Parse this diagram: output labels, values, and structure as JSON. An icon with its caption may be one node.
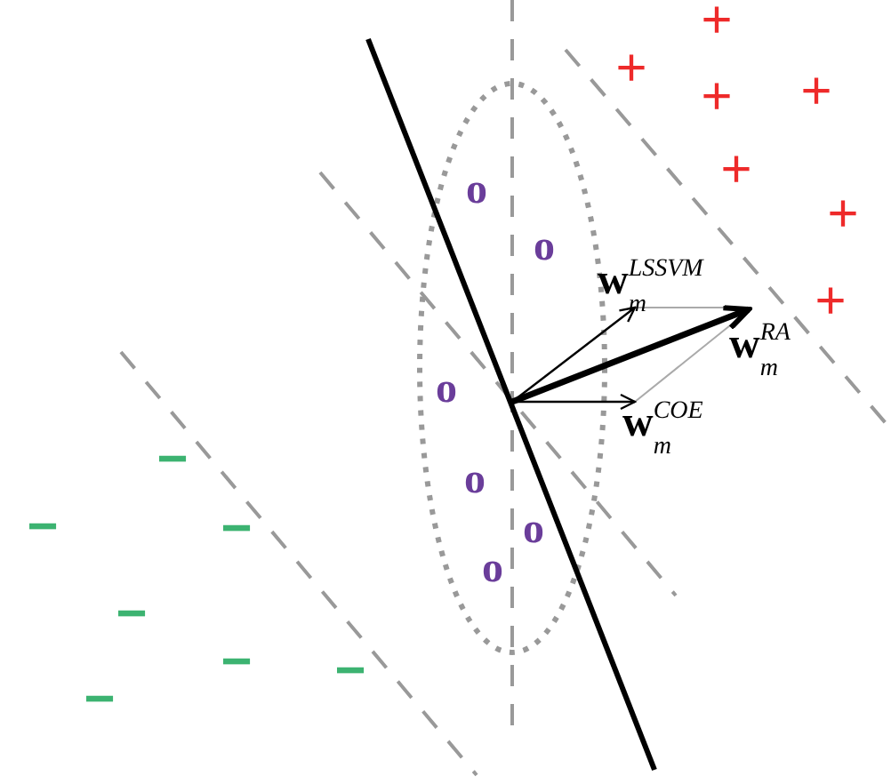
{
  "diagram": {
    "labels": [
      "+",
      "+",
      "+",
      "+",
      "+",
      "o",
      "+",
      "o",
      "+",
      "**w**$_{m}$$^{LSSVM}$",
      "**w**$_{m}$$^{RA}$",
      "o",
      "**w**$_{m}$$^{COE}$",
      "−",
      "o",
      "−",
      "−",
      "o",
      "o",
      "−",
      "−",
      "−",
      "−"
    ]
  }
}
